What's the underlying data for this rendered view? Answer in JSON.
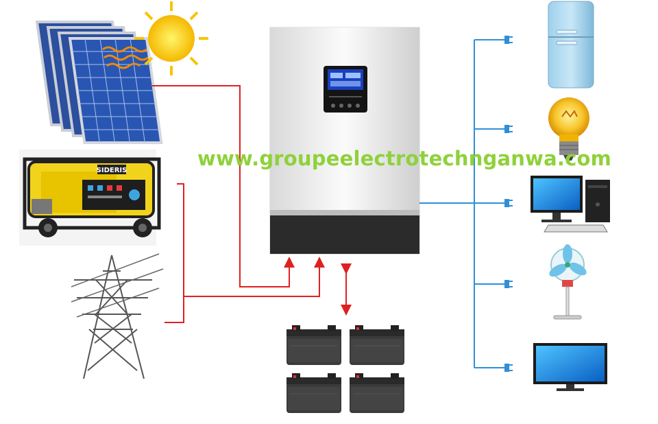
{
  "watermark": {
    "text": "www.groupeelectrotechnganwa.com",
    "color": "#8fd13a"
  },
  "generator": {
    "brand": "SIDERIS"
  },
  "colors": {
    "source_wire": "#e02020",
    "load_wire": "#2f8fd8",
    "inverter_body": "#f1f1f1",
    "inverter_base": "#2b2b2b",
    "battery": "#3a3a3a"
  },
  "components": {
    "sources": [
      "solar-panels",
      "sun",
      "generator",
      "power-grid-pylon"
    ],
    "center": "hybrid-inverter",
    "storage": [
      "battery",
      "battery",
      "battery",
      "battery"
    ],
    "loads": [
      "refrigerator",
      "light-bulb",
      "desktop-computer",
      "standing-fan",
      "television"
    ]
  }
}
